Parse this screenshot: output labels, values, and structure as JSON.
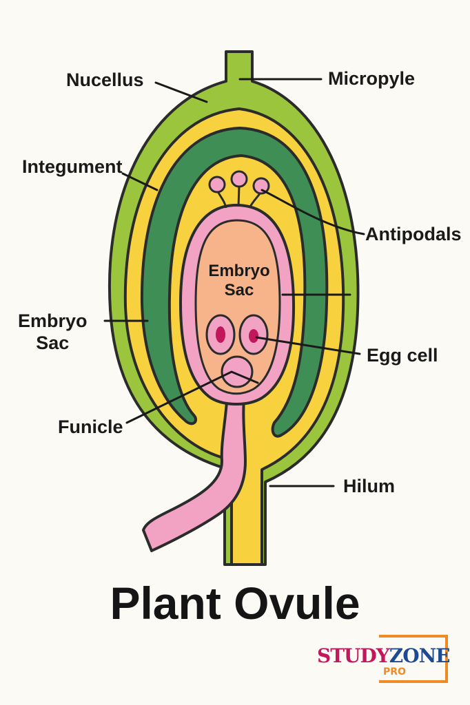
{
  "title": "Plant Ovule",
  "labels": {
    "nucellus": "Nucellus",
    "micropyle": "Micropyle",
    "integument": "Integument",
    "antipodals": "Antipodals",
    "embryo_sac_line1": "Embryo",
    "embryo_sac_line2": "Sac",
    "egg_cell": "Egg cell",
    "funicle": "Funicle",
    "hilum": "Hilum",
    "inner_embryo_line1": "Embryo",
    "inner_embryo_line2": "Sac"
  },
  "logo": {
    "study": "STUDY",
    "zone": "ZONE",
    "pro": "PRO"
  },
  "colors": {
    "outer_integument": "#9bc53d",
    "yellow_layer": "#f7d23e",
    "green_layer": "#3e8e55",
    "pink": "#f2a3c3",
    "embryo_sac": "#f7b48a",
    "nucleus": "#c2185b",
    "outline": "#2b2b2b"
  }
}
